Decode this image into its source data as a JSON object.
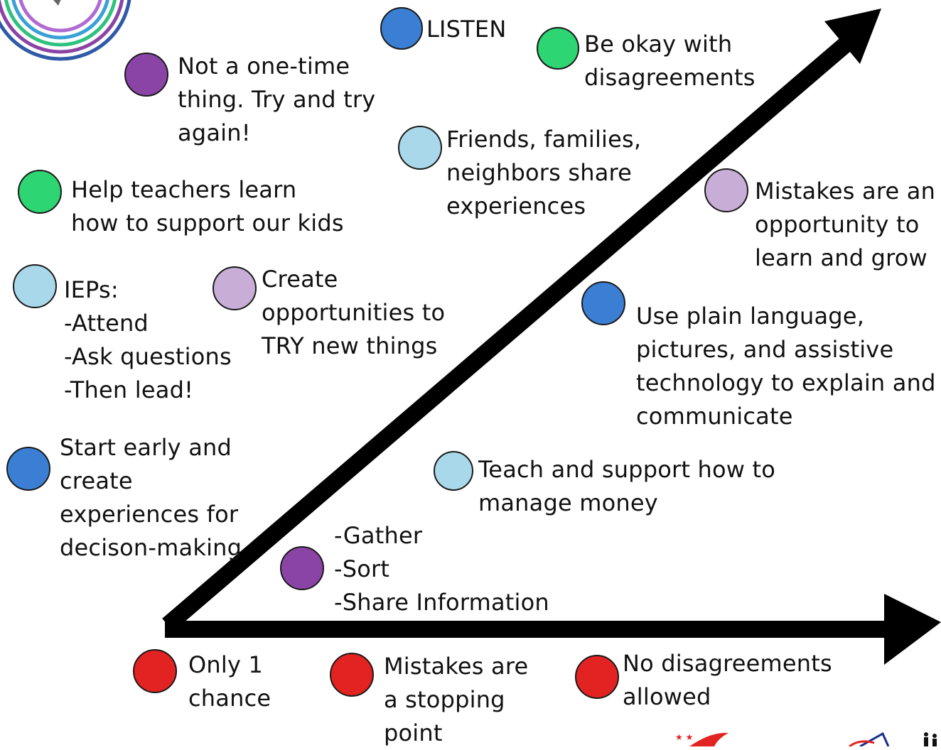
{
  "colors": {
    "blue": "#3b7fd4",
    "green": "#2ed573",
    "light_blue": "#a8d8ea",
    "purple": "#8a44a6",
    "lavender": "#c8aed6",
    "red": "#e32222",
    "arrow": "#000000"
  },
  "items": [
    {
      "id": "listen",
      "color": "blue",
      "text": "LISTEN"
    },
    {
      "id": "be-okay",
      "color": "green",
      "text": "Be okay with\ndisagreements"
    },
    {
      "id": "not-one-time",
      "color": "purple",
      "text": "Not a one-time\nthing. Try and try\nagain!"
    },
    {
      "id": "friends-families",
      "color": "light_blue",
      "text": "Friends, families,\nneighbors share\nexperiences"
    },
    {
      "id": "help-teachers",
      "color": "green",
      "text": "Help teachers learn\nhow to support our kids"
    },
    {
      "id": "mistakes-opportunity",
      "color": "lavender",
      "text": "Mistakes are an\nopportunity to\nlearn and grow"
    },
    {
      "id": "ieps",
      "color": "light_blue",
      "text": "IEPs:\n-Attend\n-Ask questions\n-Then lead!"
    },
    {
      "id": "create-opportunities",
      "color": "lavender",
      "text": "Create\nopportunities to\nTRY new things"
    },
    {
      "id": "plain-language",
      "color": "blue",
      "text": "Use plain language,\npictures, and assistive\ntechnology to explain and\ncommunicate"
    },
    {
      "id": "start-early",
      "color": "blue",
      "text": "Start early and\ncreate\nexperiences for\ndecison-making"
    },
    {
      "id": "teach-money",
      "color": "light_blue",
      "text": "Teach and support how to\nmanage money"
    },
    {
      "id": "gather-sort",
      "color": "purple",
      "text": "-Gather\n-Sort\n-Share Information"
    },
    {
      "id": "only-one-chance",
      "color": "red",
      "text": "Only 1\nchance"
    },
    {
      "id": "mistakes-stopping",
      "color": "red",
      "text": "Mistakes are\na stopping\npoint"
    },
    {
      "id": "no-disagreements",
      "color": "red",
      "text": "No disagreements\nallowed"
    }
  ]
}
